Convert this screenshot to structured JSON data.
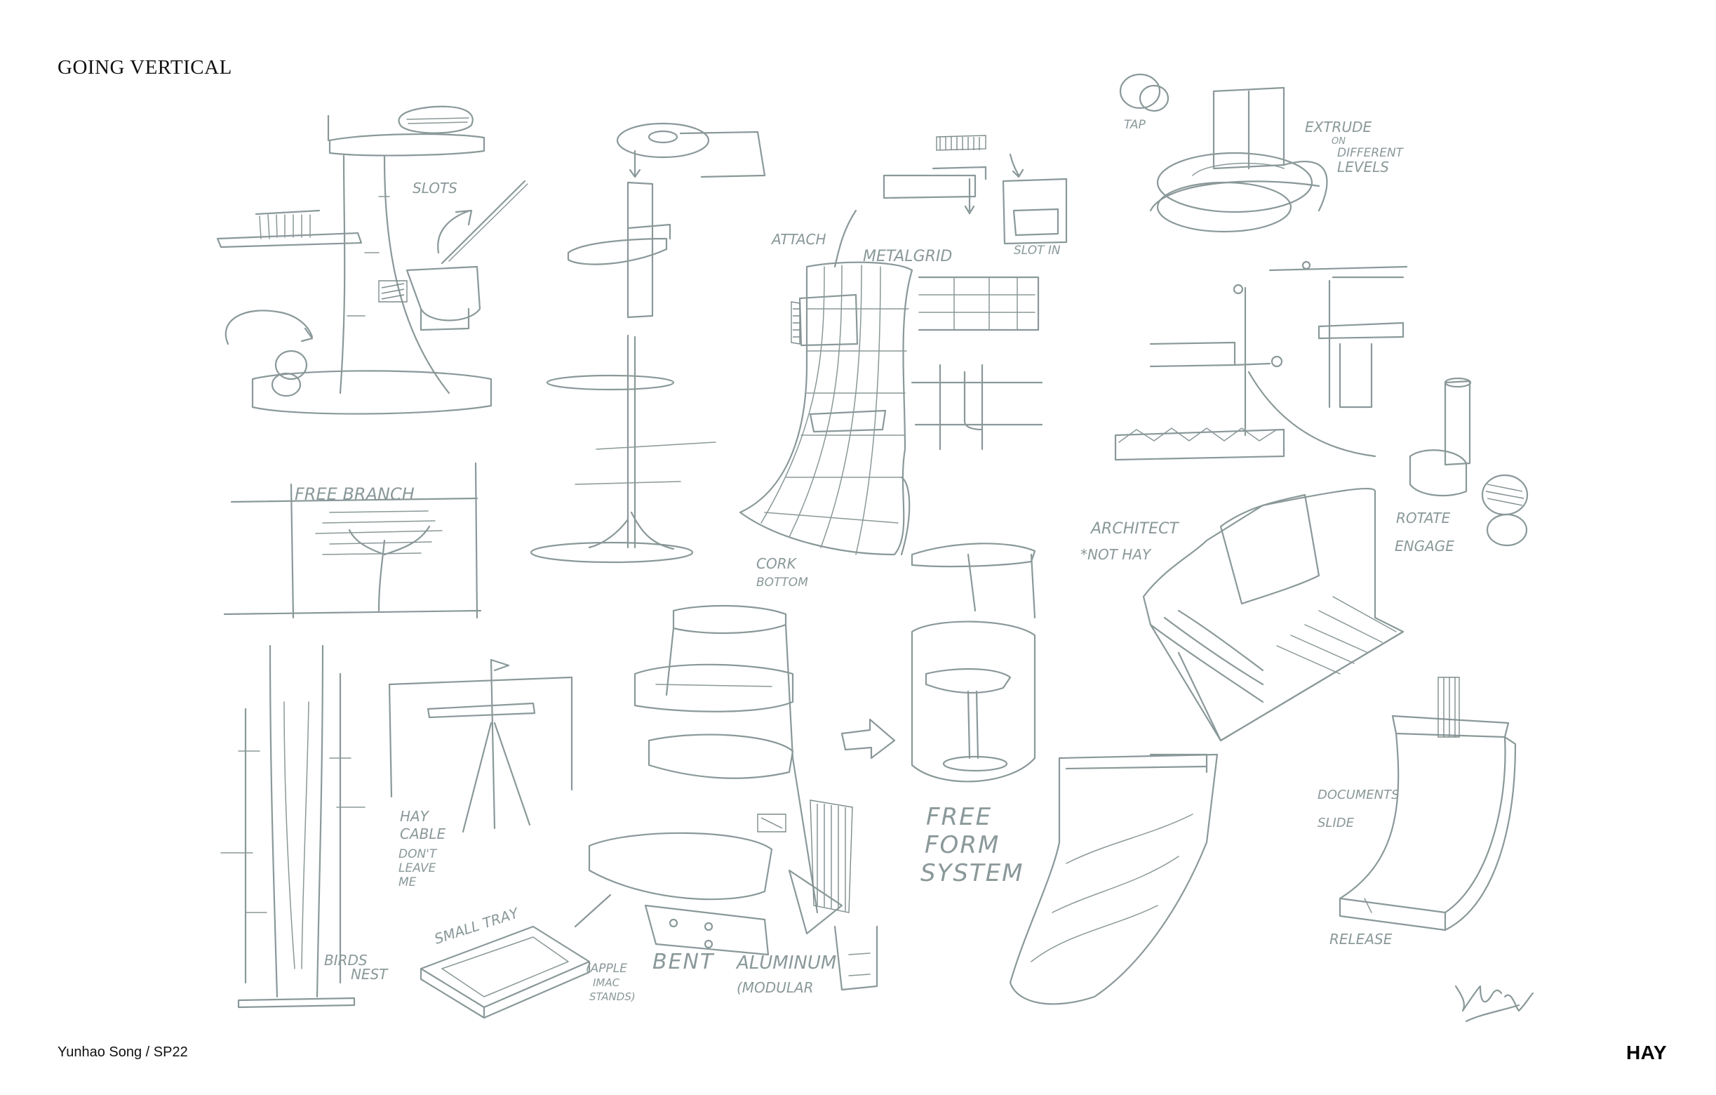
{
  "page": {
    "title": "GOING VERTICAL",
    "footer_author": "Yunhao Song / SP22",
    "footer_brand": "HAY"
  },
  "annotations": {
    "slots": "SLOTS",
    "tap": "TAP",
    "extrude": "EXTRUDE",
    "on": "ON",
    "different": "DIFFERENT",
    "levels": "LEVELS",
    "attach": "ATTACH",
    "metal_grid": "METALGRID",
    "slot_in": "SLOT IN",
    "free_branch": "FREE BRANCH",
    "cork": "CORK",
    "bottom": "BOTTOM",
    "architect": "ARCHITECT",
    "not_hay": "*NOT HAY",
    "rotate": "ROTATE",
    "engage": "ENGAGE",
    "hay": "HAY",
    "cable": "CABLE",
    "dont": "DON'T",
    "leave": "LEAVE",
    "me": "ME",
    "free": "FREE",
    "form": "FORM",
    "system": "SYSTEM",
    "documents": "DOCUMENTS",
    "slide": "SLIDE",
    "release": "RELEASE",
    "small_tray": "SMALL TRAY",
    "apple": "(APPLE",
    "imac": "IMAC",
    "stands": "STANDS)",
    "bent": "BENT",
    "aluminum": "ALUMINUM",
    "modular": "(MODULAR",
    "birds": "BIRDS",
    "nest": "NEST"
  },
  "colors": {
    "sketch_stroke": "#8a9899",
    "text": "#111111",
    "background": "#ffffff"
  },
  "signature": "Yunhao Song"
}
